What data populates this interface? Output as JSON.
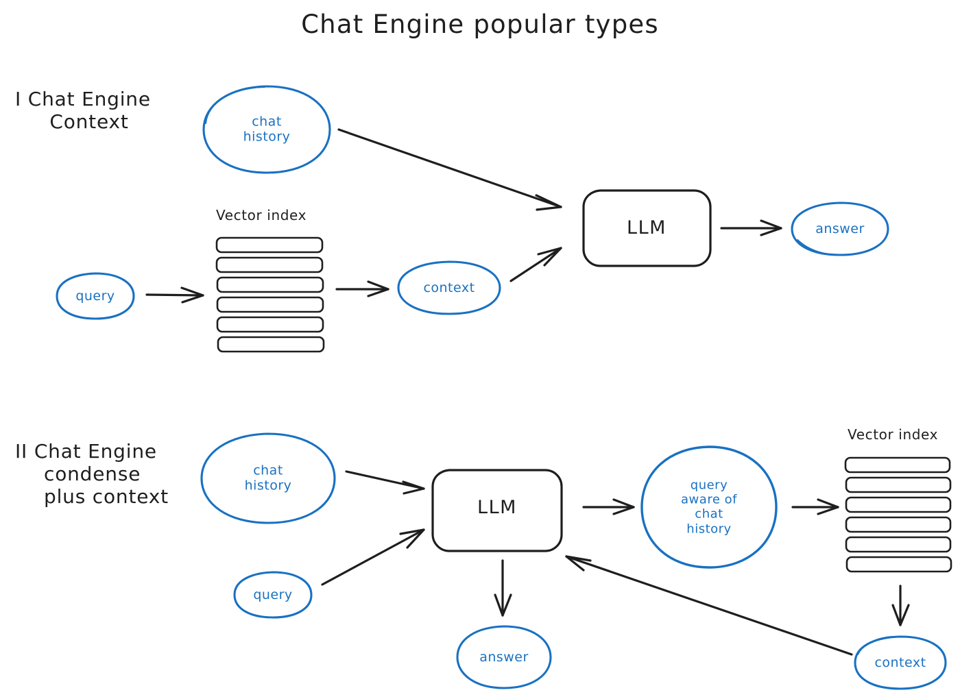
{
  "title": "Chat Engine popular types",
  "sections": [
    {
      "id": "section-1",
      "label_lines": [
        "I Chat Engine",
        "Context"
      ],
      "nodes": {
        "chat_history": "chat\nhistory",
        "vector_index_caption": "Vector index",
        "query": "query",
        "context": "context",
        "llm": "LLM",
        "answer": "answer"
      },
      "vector_index_bars": 6,
      "flow": [
        "chat history -> LLM",
        "query -> vector index",
        "vector index -> context",
        "context -> LLM",
        "LLM -> answer"
      ]
    },
    {
      "id": "section-2",
      "label_lines": [
        "II Chat Engine",
        "condense",
        "plus context"
      ],
      "nodes": {
        "chat_history": "chat\nhistory",
        "query": "query",
        "llm": "LLM",
        "answer": "answer",
        "query_aware": "query\naware of\nchat\nhistory",
        "vector_index_caption": "Vector index",
        "context": "context"
      },
      "vector_index_bars": 6,
      "flow": [
        "chat history -> LLM",
        "query -> LLM",
        "LLM -> answer",
        "LLM -> query aware of chat history",
        "query aware of chat history -> vector index",
        "vector index -> context",
        "context -> LLM"
      ]
    }
  ],
  "colors": {
    "ink": "#1e1e1e",
    "accent_blue": "#1971c2",
    "background": "#ffffff"
  }
}
